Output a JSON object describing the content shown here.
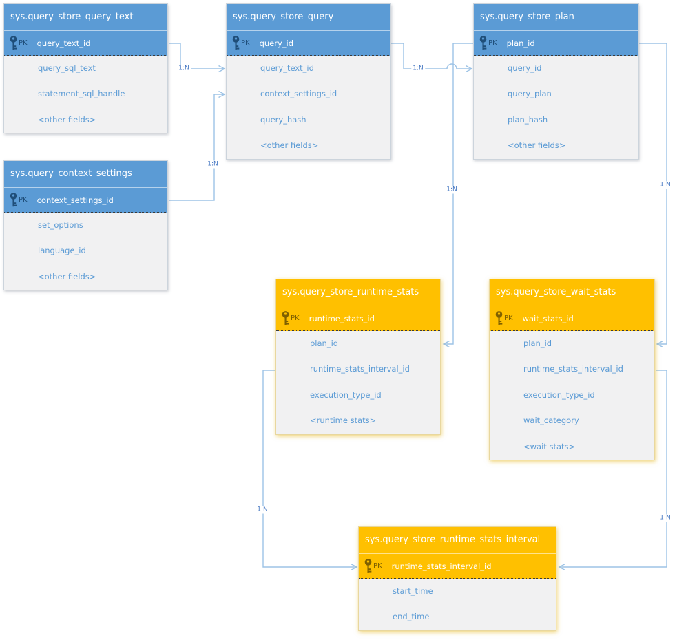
{
  "diagram": {
    "colors": {
      "blue_header": "#5B9BD5",
      "orange_header": "#FFC000",
      "field_text": "#5B9BD5",
      "connector_line": "#9DC3E6",
      "relationship_label_text": "#4577C2",
      "pk_icon_blue": "#1F4E79",
      "pk_icon_orange": "#7F6000",
      "body_background": "#F1F1F2"
    },
    "tables": [
      {
        "title": "sys.query_store_query_text",
        "theme": "blue",
        "pk_label": "PK",
        "pk": "query_text_id",
        "fields": [
          "query_sql_text",
          "statement_sql_handle",
          "<other fields>"
        ]
      },
      {
        "title": "sys.query_store_query",
        "theme": "blue",
        "pk_label": "PK",
        "pk": "query_id",
        "fields": [
          "query_text_id",
          "context_settings_id",
          "query_hash",
          "<other fields>"
        ]
      },
      {
        "title": "sys.query_store_plan",
        "theme": "blue",
        "pk_label": "PK",
        "pk": "plan_id",
        "fields": [
          "query_id",
          "query_plan",
          "plan_hash",
          "<other fields>"
        ]
      },
      {
        "title": "sys.query_context_settings",
        "theme": "blue",
        "pk_label": "PK",
        "pk": "context_settings_id",
        "fields": [
          "set_options",
          "language_id",
          "<other fields>"
        ]
      },
      {
        "title": "sys.query_store_runtime_stats",
        "theme": "orange",
        "pk_label": "PK",
        "pk": "runtime_stats_id",
        "fields": [
          "plan_id",
          "runtime_stats_interval_id",
          "execution_type_id",
          "<runtime stats>"
        ]
      },
      {
        "title": "sys.query_store_wait_stats",
        "theme": "orange",
        "pk_label": "PK",
        "pk": "wait_stats_id",
        "fields": [
          "plan_id",
          "runtime_stats_interval_id",
          "execution_type_id",
          "wait_category",
          "<wait stats>"
        ]
      },
      {
        "title": "sys.query_store_runtime_stats_interval",
        "theme": "orange",
        "pk_label": "PK",
        "pk": "runtime_stats_interval_id",
        "fields": [
          "start_time",
          "end_time"
        ]
      }
    ],
    "relationships": [
      {
        "label": "1:N",
        "from": "sys.query_store_query_text.query_text_id",
        "to": "sys.query_store_query.query_text_id"
      },
      {
        "label": "1:N",
        "from": "sys.query_context_settings.context_settings_id",
        "to": "sys.query_store_query.context_settings_id"
      },
      {
        "label": "1:N",
        "from": "sys.query_store_query.query_id",
        "to": "sys.query_store_plan.query_id"
      },
      {
        "label": "1:N",
        "from": "sys.query_store_plan.plan_id",
        "to": "sys.query_store_runtime_stats.plan_id"
      },
      {
        "label": "1:N",
        "from": "sys.query_store_plan.plan_id",
        "to": "sys.query_store_wait_stats.plan_id"
      },
      {
        "label": "1:N",
        "from": "sys.query_store_runtime_stats_interval.runtime_stats_interval_id",
        "to": "sys.query_store_wait_stats.runtime_stats_interval_id"
      },
      {
        "label": "1:N",
        "from": "sys.query_store_runtime_stats_interval.runtime_stats_interval_id",
        "to": "sys.query_store_runtime_stats.runtime_stats_interval_id"
      }
    ]
  }
}
